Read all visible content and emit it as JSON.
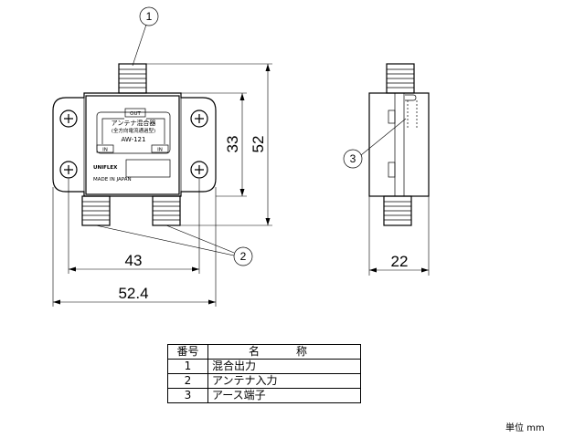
{
  "drawing": {
    "callouts": [
      "1",
      "2",
      "3"
    ],
    "dimensions": {
      "width_ports": "43",
      "width_overall": "52.4",
      "height_inner": "33",
      "height_overall": "52",
      "depth": "22"
    },
    "device_label": {
      "out": "OUT",
      "title": "アンテナ混合器",
      "subtitle": "(全方向電流通過型)",
      "model": "AW-121",
      "in_left": "IN",
      "in_right": "IN",
      "brand": "UNIFLEX",
      "made_in": "MADE IN JAPAN"
    }
  },
  "parts_table": {
    "headers": {
      "number": "番号",
      "name": "名　称"
    },
    "rows": [
      {
        "no": "1",
        "name": "混合出力"
      },
      {
        "no": "2",
        "name": "アンテナ入力"
      },
      {
        "no": "3",
        "name": "アース端子"
      }
    ]
  },
  "unit": "単位 mm"
}
